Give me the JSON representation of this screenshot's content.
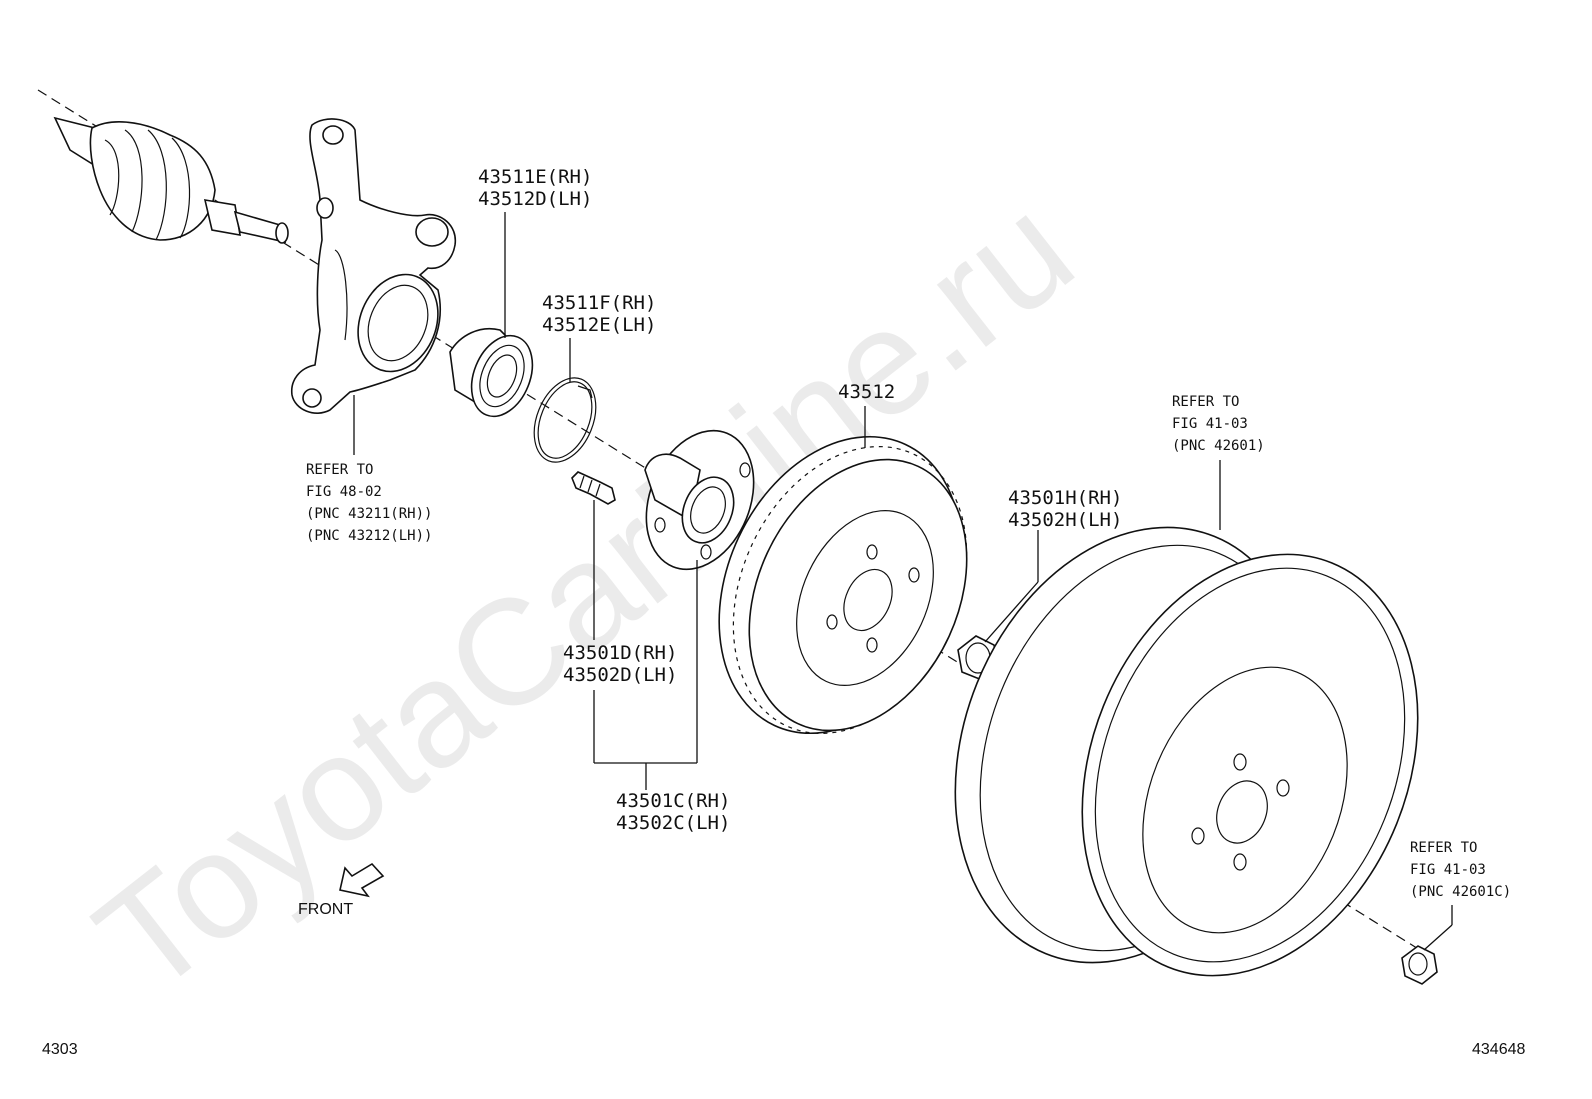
{
  "watermark": "ToyotaCarMine.ru",
  "corner": {
    "left": "4303",
    "right": "434648"
  },
  "front": "FRONT",
  "callouts": {
    "bearing": {
      "l1": "43511E",
      "l1s": "(RH)",
      "l2": "43512D",
      "l2s": "(LH)"
    },
    "snapring": {
      "l1": "43511F",
      "l1s": "(RH)",
      "l2": "43512E",
      "l2s": "(LH)"
    },
    "disc": {
      "l1": "43512"
    },
    "hubnut": {
      "l1": "43501H",
      "l1s": "(RH)",
      "l2": "43502H",
      "l2s": "(LH)"
    },
    "hubbolt": {
      "l1": "43501D",
      "l1s": "(RH)",
      "l2": "43502D",
      "l2s": "(LH)"
    },
    "hubassy": {
      "l1": "43501C",
      "l1s": "(RH)",
      "l2": "43502C",
      "l2s": "(LH)"
    }
  },
  "refs": {
    "knuckle": [
      "REFER TO",
      "FIG 48-02",
      "(PNC 43211(RH))",
      "(PNC 43212(LH))"
    ],
    "wheel": [
      "REFER TO",
      "FIG 41-03",
      "(PNC 42601)"
    ],
    "wheelnut": [
      "REFER TO",
      "FIG 41-03",
      "(PNC 42601C)"
    ]
  }
}
